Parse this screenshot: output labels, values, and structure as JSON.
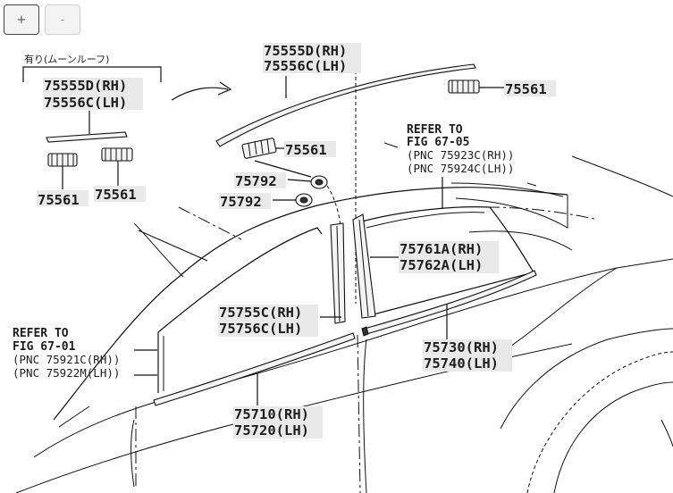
{
  "controls": {
    "zoom_in_label": "+",
    "zoom_out_label": "-"
  },
  "note": {
    "moonroof": "有り(ムーンルーフ)"
  },
  "labels": {
    "roof_molding_left": [
      "75555D(RH)",
      "75556C(LH)"
    ],
    "roof_molding_right": [
      "75555D(RH)",
      "75556C(LH)"
    ],
    "clip_a": "75561",
    "clip_b": "75561",
    "clip_c": "75561",
    "clip_d": "75561",
    "plug_1": "75792",
    "plug_2": "75792",
    "rear_pillar_garnish": [
      "75761A(RH)",
      "75762A(LH)"
    ],
    "front_pillar_garnish": [
      "75755C(RH)",
      "75756C(LH)"
    ],
    "rear_belt_molding": [
      "75730(RH)",
      "75740(LH)"
    ],
    "front_belt_molding": [
      "75710(RH)",
      "75720(LH)"
    ]
  },
  "refs": {
    "upper": {
      "title": "REFER TO",
      "fig": "FIG 67-05",
      "pnc": [
        "(PNC 75923C(RH))",
        "(PNC 75924C(LH))"
      ]
    },
    "lower": {
      "title": "REFER TO",
      "fig": "FIG 67-01",
      "pnc": [
        "(PNC 75921C(RH))",
        "(PNC 75922M(LH))"
      ]
    }
  }
}
